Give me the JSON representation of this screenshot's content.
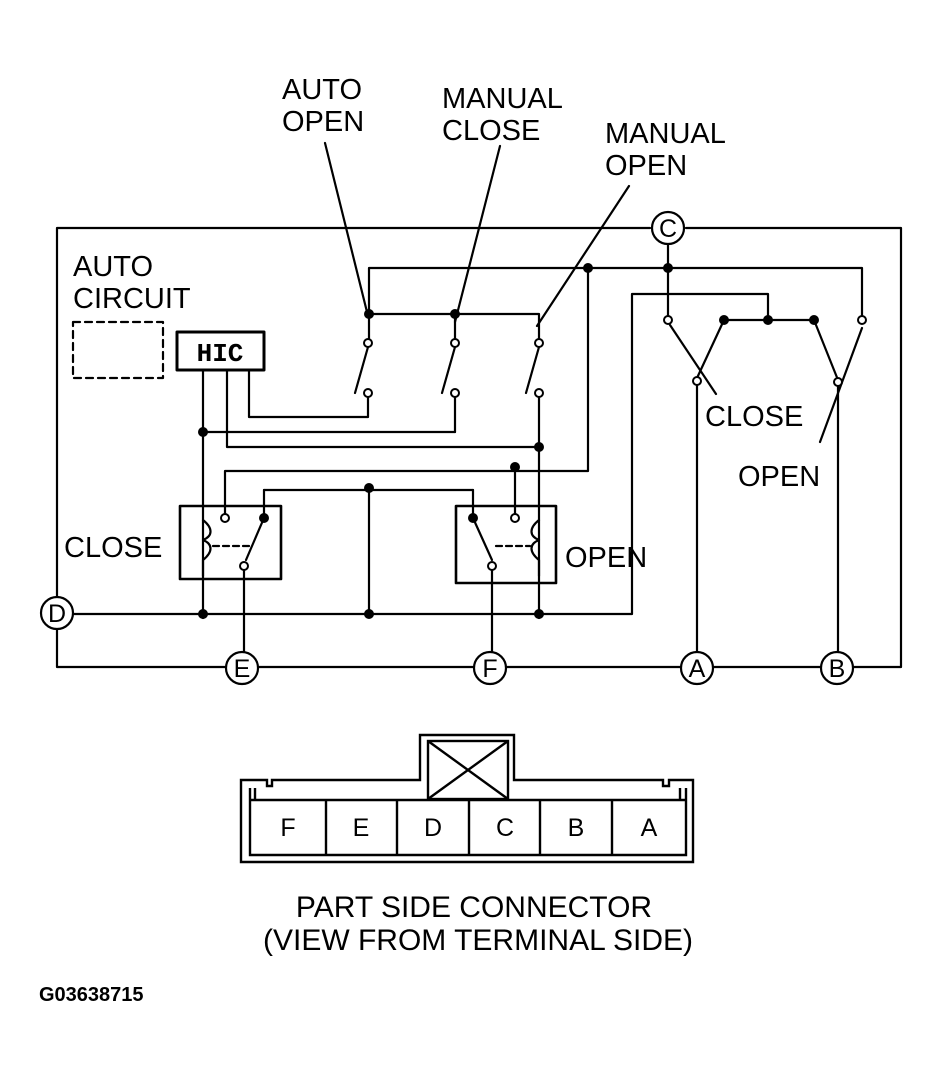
{
  "labels": {
    "auto_open_1": "AUTO",
    "auto_open_2": "OPEN",
    "manual_close_1": "MANUAL",
    "manual_close_2": "CLOSE",
    "manual_open_1": "MANUAL",
    "manual_open_2": "OPEN",
    "auto_circuit_1": "AUTO",
    "auto_circuit_2": "CIRCUIT",
    "hic": "HIC",
    "relay_close": "CLOSE",
    "relay_open": "OPEN",
    "switch_close": "CLOSE",
    "switch_open": "OPEN"
  },
  "terminals": {
    "C": "C",
    "D": "D",
    "E": "E",
    "F": "F",
    "A": "A",
    "B": "B"
  },
  "connector": {
    "pins": [
      "F",
      "E",
      "D",
      "C",
      "B",
      "A"
    ],
    "caption_1": "PART SIDE CONNECTOR",
    "caption_2": "(VIEW FROM TERMINAL SIDE)"
  },
  "figure_code": "G03638715"
}
